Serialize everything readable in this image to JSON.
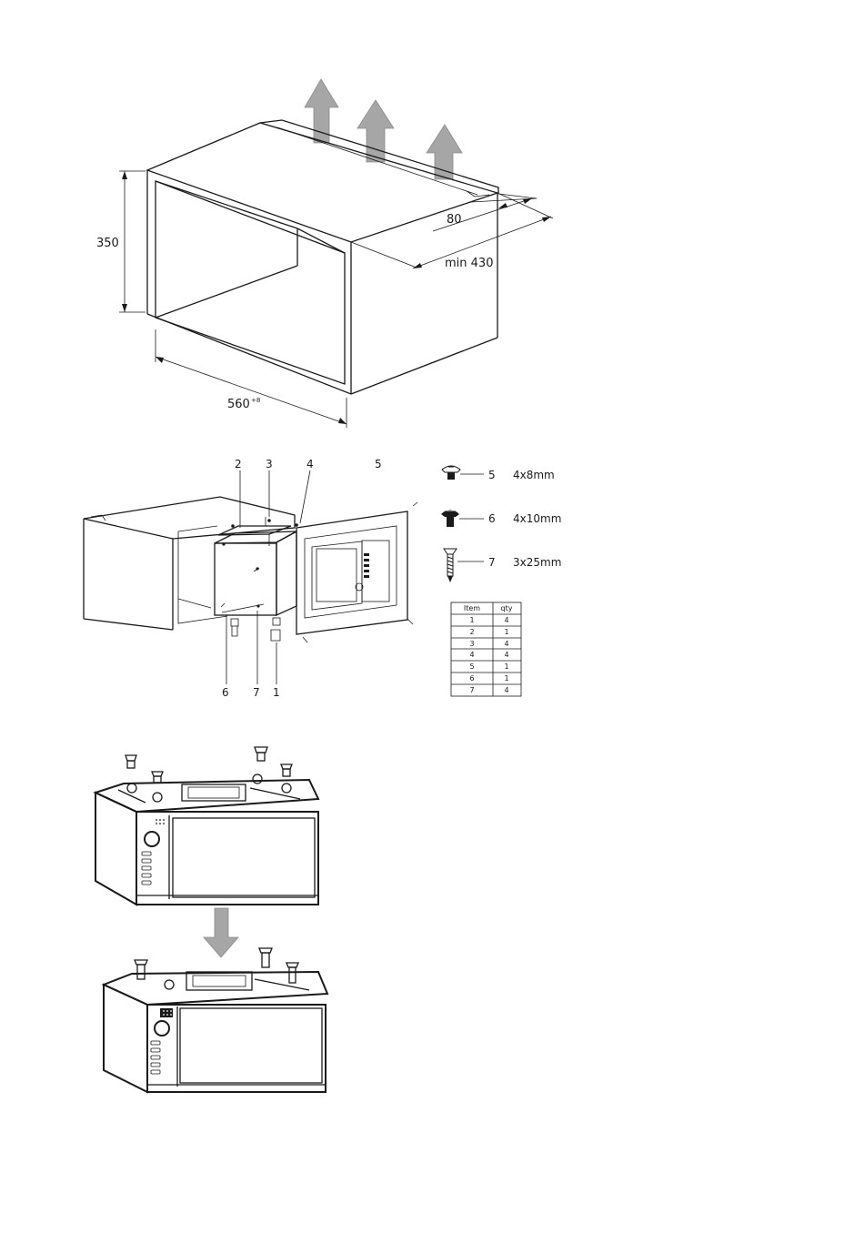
{
  "figure1": {
    "dims": {
      "height": "350",
      "depth_gap": "80",
      "depth_min": "min 430",
      "width": "560",
      "width_tol": "+8"
    }
  },
  "figure2": {
    "callouts_top": [
      "2",
      "3",
      "4",
      "5"
    ],
    "callouts_bottom": [
      "6",
      "7",
      "1"
    ],
    "screws": [
      {
        "item": "5",
        "size": "4x8mm"
      },
      {
        "item": "6",
        "size": "4x10mm"
      },
      {
        "item": "7",
        "size": "3x25mm"
      }
    ],
    "parts_table": {
      "headers": [
        "Item",
        "qty"
      ],
      "rows": [
        [
          "1",
          "4"
        ],
        [
          "2",
          "1"
        ],
        [
          "3",
          "4"
        ],
        [
          "4",
          "4"
        ],
        [
          "5",
          "1"
        ],
        [
          "6",
          "1"
        ],
        [
          "7",
          "4"
        ]
      ]
    }
  },
  "colors": {
    "line": "#1a1a1a",
    "arrow": "#a6a6a6",
    "background": "#ffffff"
  }
}
